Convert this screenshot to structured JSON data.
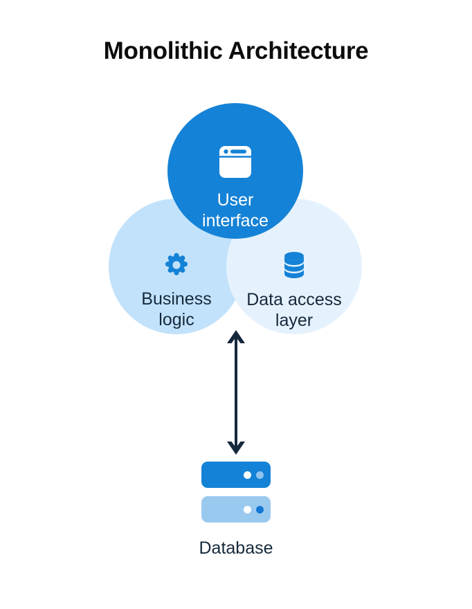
{
  "title": "Monolithic Architecture",
  "diagram": {
    "type": "venn-overlap-node-diagram",
    "nodes": [
      {
        "id": "user-interface",
        "label": "User\ninterface",
        "icon": "window-icon",
        "fill": "#1482d6",
        "text_color": "#ffffff",
        "icon_color": "#ffffff"
      },
      {
        "id": "business-logic",
        "label": "Business\nlogic",
        "icon": "gear-icon",
        "fill": "#c2e2fb",
        "text_color": "#16283c",
        "icon_color": "#1482d6"
      },
      {
        "id": "data-access-layer",
        "label": "Data access\nlayer",
        "icon": "database-cylinder-icon",
        "fill": "#e5f2fd",
        "text_color": "#16283c",
        "icon_color": "#1482d6"
      }
    ],
    "connector": {
      "id": "monolith-database-connector",
      "kind": "double-headed-arrow",
      "direction": "vertical",
      "color": "#16283c"
    },
    "database": {
      "caption": "Database",
      "icon": "server-stack-icon",
      "bars": [
        {
          "fill": "#1482d6",
          "dot_1": "#ffffff",
          "dot_2": "#8fc4ee"
        },
        {
          "fill": "#9ac9f0",
          "dot_1": "#ffffff",
          "dot_2": "#1577d4"
        }
      ]
    }
  },
  "colors": {
    "primary_blue": "#1482d6",
    "light_blue": "#c2e2fb",
    "pale_blue": "#e5f2fd",
    "navy_text": "#16283c",
    "title_black": "#0c0c0c",
    "background": "#ffffff"
  }
}
